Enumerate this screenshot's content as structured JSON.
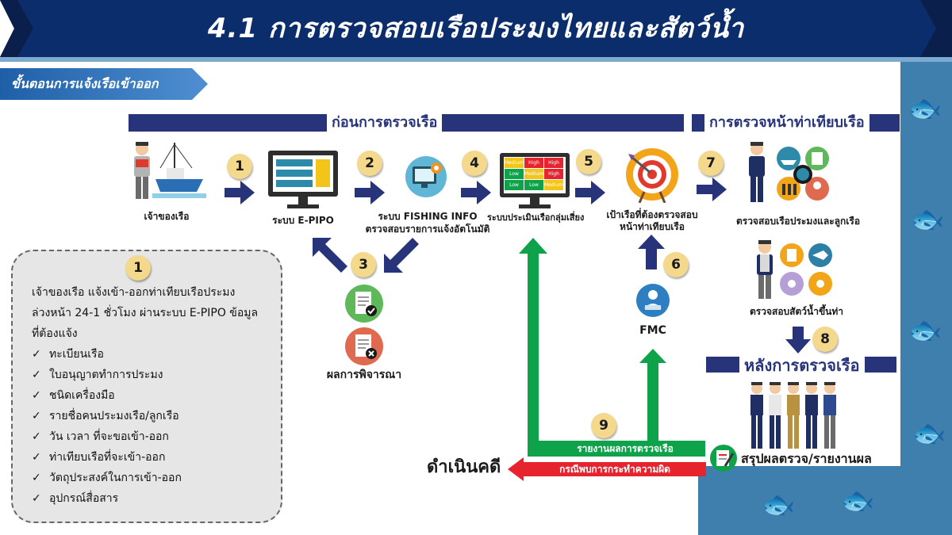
{
  "header": {
    "title": "4.1 การตรวจสอบเรือประมงไทยและสัตว์น้ำ",
    "step_tag": "ขั้นตอนการแจ้งเรือเข้าออก"
  },
  "sections": {
    "before": "ก่อนการตรวจเรือ",
    "port": "การตรวจหน้าท่าเทียบเรือ",
    "after": "หลังการตรวจเรือ"
  },
  "steps": {
    "n1": "1",
    "n2": "2",
    "n3": "3",
    "n4": "4",
    "n5": "5",
    "n6": "6",
    "n7": "7",
    "n8": "8",
    "n9": "9"
  },
  "nodes": {
    "owner": "เจ้าของเรือ",
    "epipo": "ระบบ E-PIPO",
    "fishing_info_1": "ระบบ FISHING INFO",
    "fishing_info_2": "ตรวจสอบรายการแจ้งอัตโนมัติ",
    "risk": "ระบบประเมินเรือกลุ่มเสี่ยง",
    "target_1": "เป้าเรือที่ต้องตรวจสอบ",
    "target_2": "หน้าท่าเทียบเรือ",
    "inspect_vessel": "ตรวจสอบเรือประมงและลูกเรือ",
    "inspect_catch": "ตรวจสอบสัตว์น้ำขึ้นท่า",
    "result": "ผลการพิจารณา",
    "fmc": "FMC",
    "summary": "สรุปผลตรวจ/รายงานผล",
    "prosecute": "ดำเนินคดี"
  },
  "risk_grid": [
    "Medium",
    "High",
    "High",
    "Low",
    "Medium",
    "High",
    "Low",
    "Low",
    "Medium"
  ],
  "bars": {
    "green": "รายงานผลการตรวจเรือ",
    "red": "กรณีพบการกระทำความผิด"
  },
  "note": {
    "number": "1",
    "lines": [
      "เจ้าของเรือ แจ้งเข้า-ออกท่าเทียบเรือประมง",
      "ล่วงหน้า 24-1 ชั่วโมง ผ่านระบบ E-PIPO ข้อมูล",
      "ที่ต้องแจ้ง"
    ],
    "check_mark": "✓",
    "items": [
      "ทะเบียนเรือ",
      "ใบอนุญาตทำการประมง",
      "ชนิดเครื่องมือ",
      "รายชื่อคนประมงเรือ/ลูกเรือ",
      "วัน เวลา ที่จะขอเข้า-ออก",
      "ท่าเทียบเรือที่จะเข้า-ออก",
      "วัตถุประสงค์ในการเข้า-ออก",
      "อุปกรณ์สื่อสาร"
    ]
  },
  "colors": {
    "navy": "#27347a",
    "banner": "#0b2d6b",
    "green": "#0ea34a",
    "red": "#e7232d",
    "badge": "#f4d88c",
    "sea": "#3f7fae"
  }
}
